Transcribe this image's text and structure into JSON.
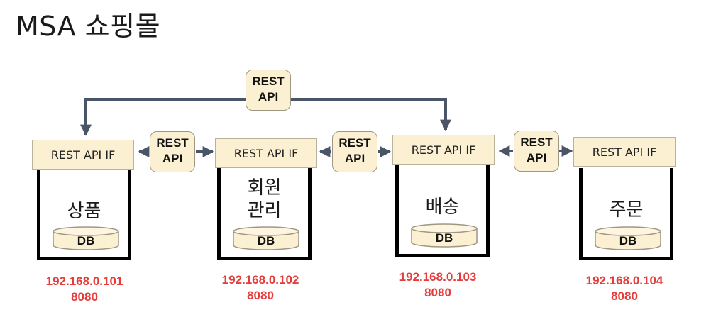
{
  "title": "MSA 쇼핑몰",
  "rest_label": {
    "line1": "REST",
    "line2": "API"
  },
  "interface_label": "REST API IF",
  "db_label": "DB",
  "services": [
    {
      "name": "상품",
      "ip": "192.168.0.101",
      "port": "8080"
    },
    {
      "name": "회원\n관리",
      "ip": "192.168.0.102",
      "port": "8080"
    },
    {
      "name": "배송",
      "ip": "192.168.0.103",
      "port": "8080"
    },
    {
      "name": "주문",
      "ip": "192.168.0.104",
      "port": "8080"
    }
  ],
  "colors": {
    "arrow": "#4a5568",
    "box_fill": "#fbf0d2",
    "address_text": "#e53b3b"
  }
}
